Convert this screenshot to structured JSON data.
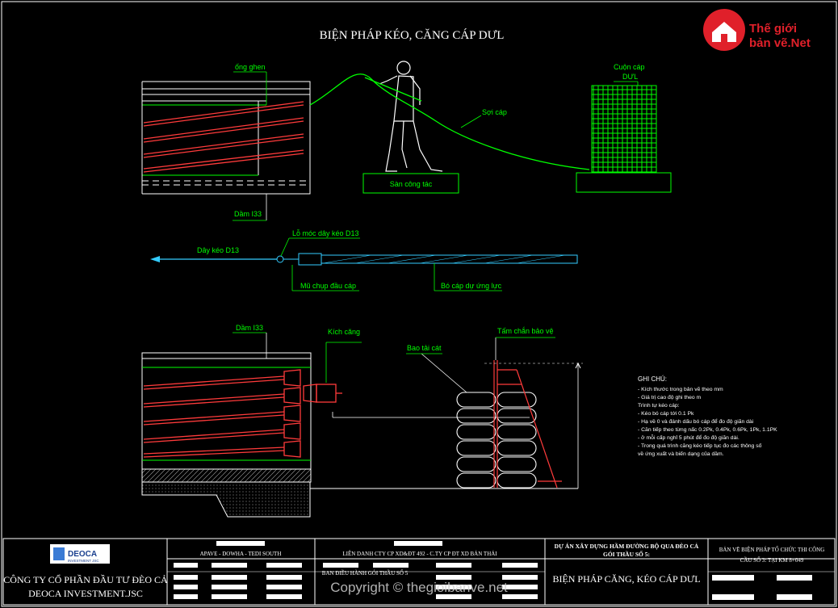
{
  "title": "BIỆN PHÁP KÉO, CĂNG CÁP DƯL",
  "logo": {
    "brand_line1": "Thế giới",
    "brand_line2": "bản vẽ.Net"
  },
  "top_view": {
    "ong_ghen": "ống ghen",
    "cuon_cap_1": "Cuộn cáp",
    "cuon_cap_2": "DƯL",
    "soi_cap": "Sợi cáp",
    "san_cong_tac": "Sàn công tác",
    "dam_i33": "Dầm I33"
  },
  "middle_view": {
    "day_keo": "Dây kéo D13",
    "lo_moc": "Lỗ móc dây kéo D13",
    "mu_chup": "Mũ chụp đầu cáp",
    "bo_cap": "Bó cáp dự ứng lực"
  },
  "bottom_view": {
    "dam_i33": "Dầm I33",
    "kich_cang": "Kích căng",
    "bao_tai_cat": "Bao tải cát",
    "tam_chan": "Tấm chắn bảo vệ"
  },
  "notes": {
    "heading": "GHI CHÚ:",
    "lines": [
      "- Kích thước trong bản vẽ theo mm",
      "- Giá trị cao độ ghi theo m",
      "Trình tự kéo cáp:",
      "- Kéo bó cáp tới 0.1 Pk",
      "- Hạ về 0 và đánh dấu bó cáp để đo độ giãn dài",
      "- Căn tiếp theo từng nấc 0.2Pk, 0.4Pk, 0.6Pk, 1Pk, 1.1PK",
      "- ở mỗi cấp nghỉ 5 phút để đo độ giãn dài.",
      "- Trong quá trình căng kéo tiếp tục đo các thông số",
      "về ứng xuất và biến dạng của dầm."
    ]
  },
  "title_block": {
    "deoca_logo": "DEOCA",
    "deoca_sub": "INVESTMENT JSC",
    "company_vn": "CÔNG TY CỔ PHẦN ĐẦU TƯ ĐÈO CẢ",
    "company_en": "DEOCA INVESTMENT.JSC",
    "consultant": "APAVE - DOWHA - TEDI SOUTH",
    "contractor": "LIÊN DANH CTY CP XD&ĐT 492 - C.TY CP ĐT XD BẢN THẢI",
    "board": "BAN ĐIỀU HÀNH GÓI THẦU SỐ 5",
    "project_1": "DỰ ÁN XÂY DỰNG HẦM ĐƯỜNG BỘ QUA ĐÈO CẢ",
    "project_2": "GÓI THẦU SỐ 5:",
    "drawing_title": "BIỆN PHÁP CĂNG, KÉO CÁP DƯL",
    "sheet_1": "BẢN VẼ BIỆN PHÁP TỔ CHỨC THI CÔNG",
    "sheet_2": "CẦU SỐ 3: TẠI KM 8+049"
  },
  "watermark": "Copyright © thegioibanve.net",
  "colors": {
    "green": "#00ff00",
    "red": "#ff3b3b",
    "cyan": "#33ccff",
    "white": "#ffffff",
    "logo_red": "#e0202a"
  }
}
